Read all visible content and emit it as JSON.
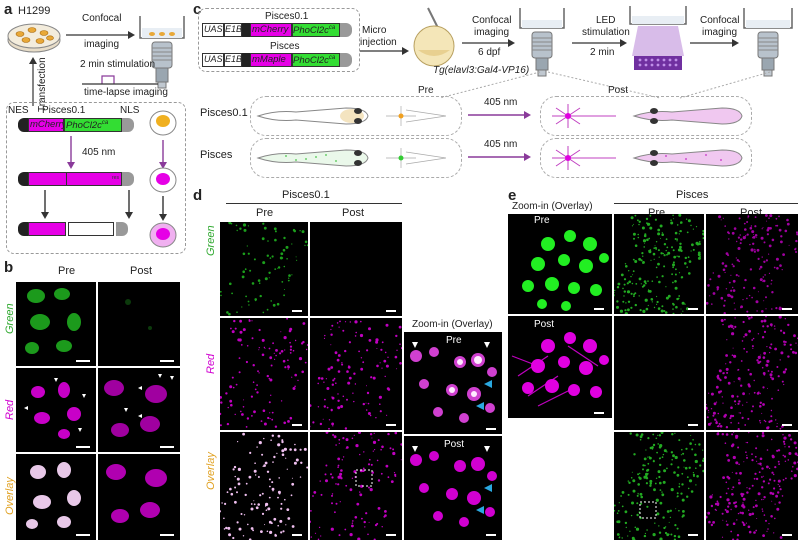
{
  "panels": {
    "a": "a",
    "b": "b",
    "c": "c",
    "d": "d",
    "e": "e"
  },
  "panel_a": {
    "cell_line": "H1299",
    "confocal": "Confocal",
    "imaging": "imaging",
    "stimulation": "2 min stimulation",
    "timelapse": "time-lapse imaging",
    "transfection": "Transfection",
    "nes": "NES",
    "pisces01": "Pisces0.1",
    "nls": "NLS",
    "mcherry": "mCherry",
    "phocl": "PhoCl2c",
    "phocl_sup": "ca",
    "nm405": "405 nm",
    "res": "res"
  },
  "panel_b": {
    "pre": "Pre",
    "post": "Post",
    "rows": [
      "Green",
      "Red",
      "Overlay"
    ]
  },
  "panel_c": {
    "uas": "UAS",
    "e1b": "E1B",
    "pisces01": "Pisces0.1",
    "pisces": "Pisces",
    "mcherry": "mCherry",
    "mmaple": "mMaple",
    "phocl": "PhoCl2c",
    "phocl_sup": "ca",
    "micro": "Micro",
    "injection": "injection",
    "confocal": "Confocal",
    "imaging": "imaging",
    "dpf": "6 dpf",
    "tg": "Tg(elavl3:Gal4-VP16)",
    "led": "LED",
    "stim": "stimulation",
    "min2": "2 min",
    "pre": "Pre",
    "post": "Post",
    "row1": "Pisces0.1",
    "row2": "Pisces",
    "nm405": "405 nm"
  },
  "panel_d": {
    "header": "Pisces0.1",
    "pre": "Pre",
    "post": "Post",
    "rows": [
      "Green",
      "Red",
      "Overlay"
    ],
    "zoom": "Zoom-in (Overlay)",
    "zpre": "Pre",
    "zpost": "Post"
  },
  "panel_e": {
    "zoom": "Zoom-in (Overlay)",
    "header": "Pisces",
    "pre": "Pre",
    "post": "Post",
    "zpre": "Pre",
    "zpost": "Post"
  },
  "colors": {
    "magenta": "#e600e6",
    "green": "#33dd33",
    "orange": "#f0b020",
    "purple": "#8a3a9a",
    "light_magenta": "#f0b0f0"
  }
}
